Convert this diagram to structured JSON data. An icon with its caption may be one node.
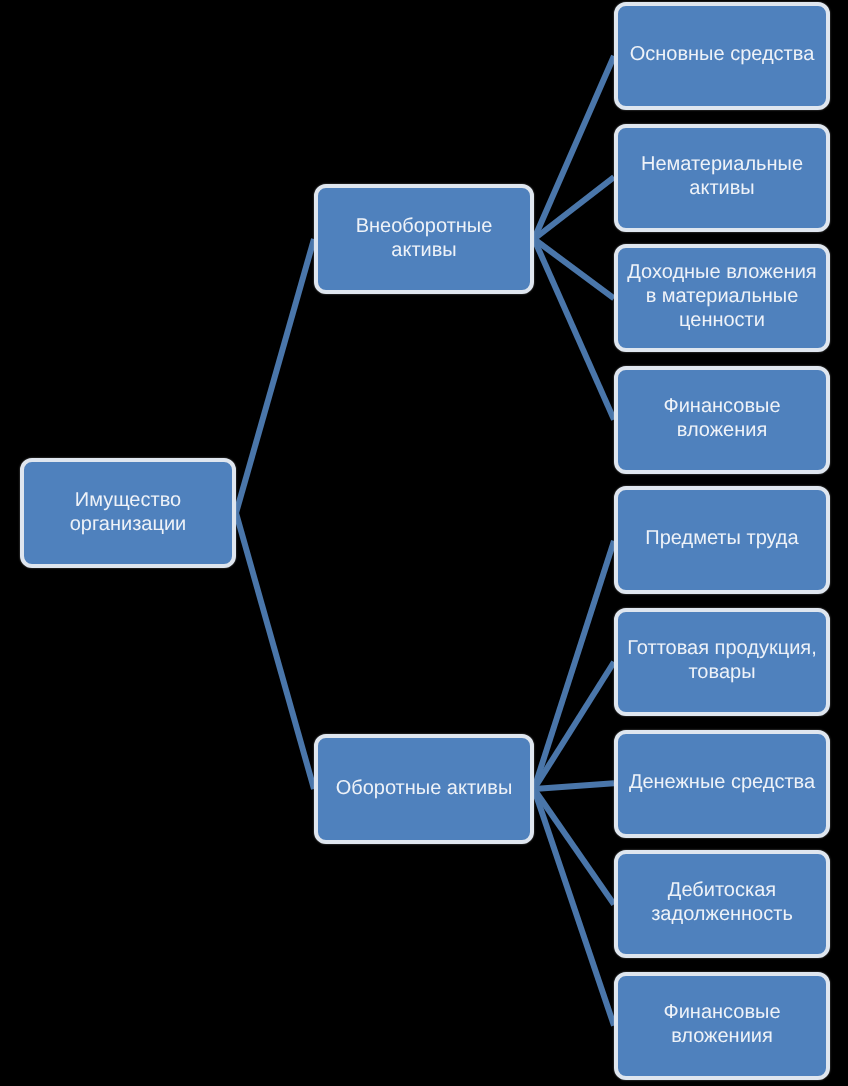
{
  "diagram": {
    "nodes": [
      {
        "text": [
          "Имущество организации"
        ]
      },
      {
        "text": [
          "Внеоборотные активы"
        ]
      },
      {
        "text": [
          "Основные средства"
        ]
      },
      {
        "text": [
          "Нематериальные активы"
        ]
      },
      {
        "text": [
          "Доходные вложения в материальные ценности"
        ]
      },
      {
        "text": [
          "Финансовые вложения"
        ]
      },
      {
        "text": [
          "Оборотные активы"
        ]
      },
      {
        "text": [
          "Предметы труда"
        ]
      },
      {
        "text": [
          "Готтовая продукция, товары"
        ]
      },
      {
        "text": [
          "Денежные средства"
        ]
      },
      {
        "text": [
          "Дебитоская задолженность"
        ]
      },
      {
        "text": [
          "Финансовые вложениия"
        ]
      }
    ],
    "edges": [
      {
        "from": 0,
        "to": 1,
        "arrow": "none"
      },
      {
        "from": 0,
        "to": 6,
        "arrow": "none"
      },
      {
        "from": 1,
        "to": 2,
        "arrow": "none"
      },
      {
        "from": 1,
        "to": 3,
        "arrow": "none"
      },
      {
        "from": 1,
        "to": 4,
        "arrow": "none"
      },
      {
        "from": 1,
        "to": 5,
        "arrow": "none"
      },
      {
        "from": 6,
        "to": 7,
        "arrow": "none"
      },
      {
        "from": 6,
        "to": 8,
        "arrow": "none"
      },
      {
        "from": 6,
        "to": 9,
        "arrow": "none"
      },
      {
        "from": 6,
        "to": 10,
        "arrow": "none"
      },
      {
        "from": 6,
        "to": 11,
        "arrow": "none"
      }
    ]
  }
}
